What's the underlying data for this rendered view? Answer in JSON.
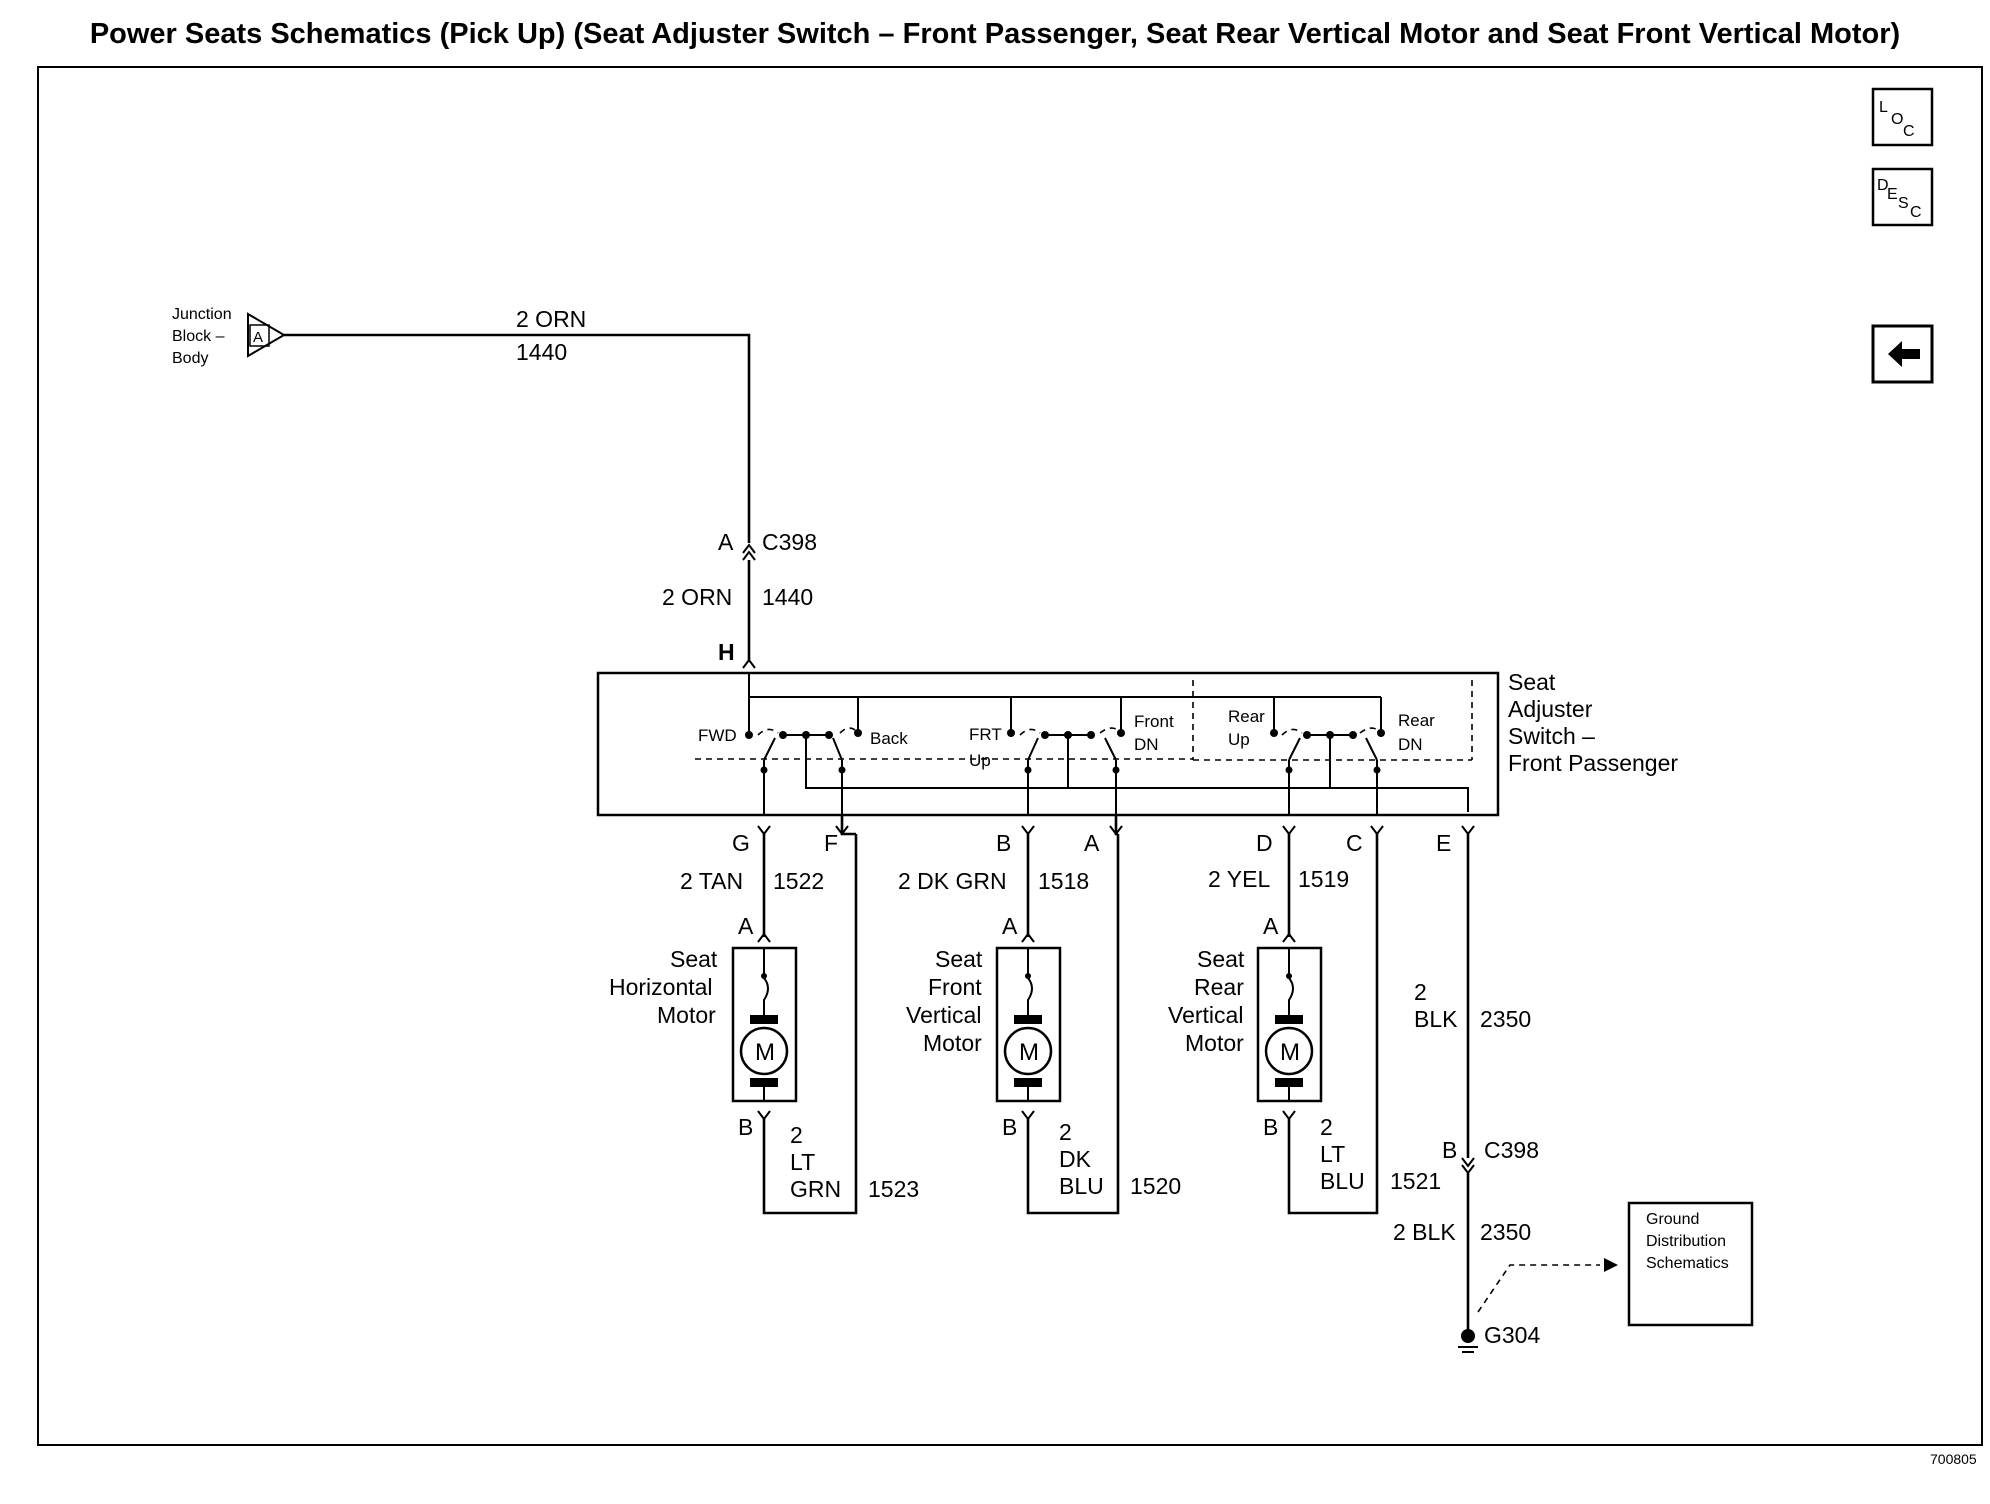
{
  "title": "Power Seats Schematics (Pick Up) (Seat Adjuster Switch – Front Passenger, Seat Rear Vertical Motor and Seat Front Vertical Motor)",
  "figure_number": "700805",
  "nav": {
    "loc": [
      "L",
      "O",
      "C"
    ],
    "desc": [
      "D",
      "E",
      "S",
      "C"
    ],
    "back_icon": "left-arrow-icon"
  },
  "junction_block": {
    "lines": [
      "Junction",
      "Block –",
      "Body"
    ],
    "pin": "A"
  },
  "feed_wire": {
    "gauge_color": "2 ORN",
    "circuit": "1440"
  },
  "connector_c398": {
    "name": "C398",
    "pin_top": "A",
    "wire_label": "2 ORN",
    "circuit": "1440",
    "pin_bottom": "B"
  },
  "switch": {
    "title_lines": [
      "Seat",
      "Adjuster",
      "Switch –",
      "Front Passenger"
    ],
    "input_pin": "H",
    "labels": {
      "fwd": "FWD",
      "back": "Back",
      "frt_up": [
        "FRT",
        "Up"
      ],
      "front_dn": [
        "Front",
        "DN"
      ],
      "rear_up": [
        "Rear",
        "Up"
      ],
      "rear_dn": [
        "Rear",
        "DN"
      ]
    },
    "output_pins": [
      "G",
      "F",
      "B",
      "A",
      "D",
      "C",
      "E"
    ]
  },
  "motors": [
    {
      "name_lines": [
        "Seat",
        "Horizontal",
        "Motor"
      ],
      "symbol": "M",
      "pin_a": "A",
      "pin_b": "B",
      "upper_wire": {
        "color": "2 TAN",
        "circuit": "1522"
      },
      "lower_wire": {
        "lines": [
          "2",
          "LT",
          "GRN"
        ],
        "circuit": "1523"
      }
    },
    {
      "name_lines": [
        "Seat",
        "Front",
        "Vertical",
        "Motor"
      ],
      "symbol": "M",
      "pin_a": "A",
      "pin_b": "B",
      "upper_wire": {
        "color": "2 DK GRN",
        "circuit": "1518"
      },
      "lower_wire": {
        "lines": [
          "2",
          "DK",
          "BLU"
        ],
        "circuit": "1520"
      }
    },
    {
      "name_lines": [
        "Seat",
        "Rear",
        "Vertical",
        "Motor"
      ],
      "symbol": "M",
      "pin_a": "A",
      "pin_b": "B",
      "upper_wire": {
        "color": "2 YEL",
        "circuit": "1519"
      },
      "lower_wire": {
        "lines": [
          "2",
          "LT",
          "BLU"
        ],
        "circuit": "1521"
      }
    }
  ],
  "ground_wire": {
    "upper": {
      "lines": [
        "2",
        "BLK"
      ],
      "circuit": "2350"
    },
    "lower": {
      "color": "2 BLK",
      "circuit": "2350"
    },
    "ground": "G304"
  },
  "ground_distribution": {
    "lines": [
      "Ground",
      "Distribution",
      "Schematics"
    ]
  }
}
